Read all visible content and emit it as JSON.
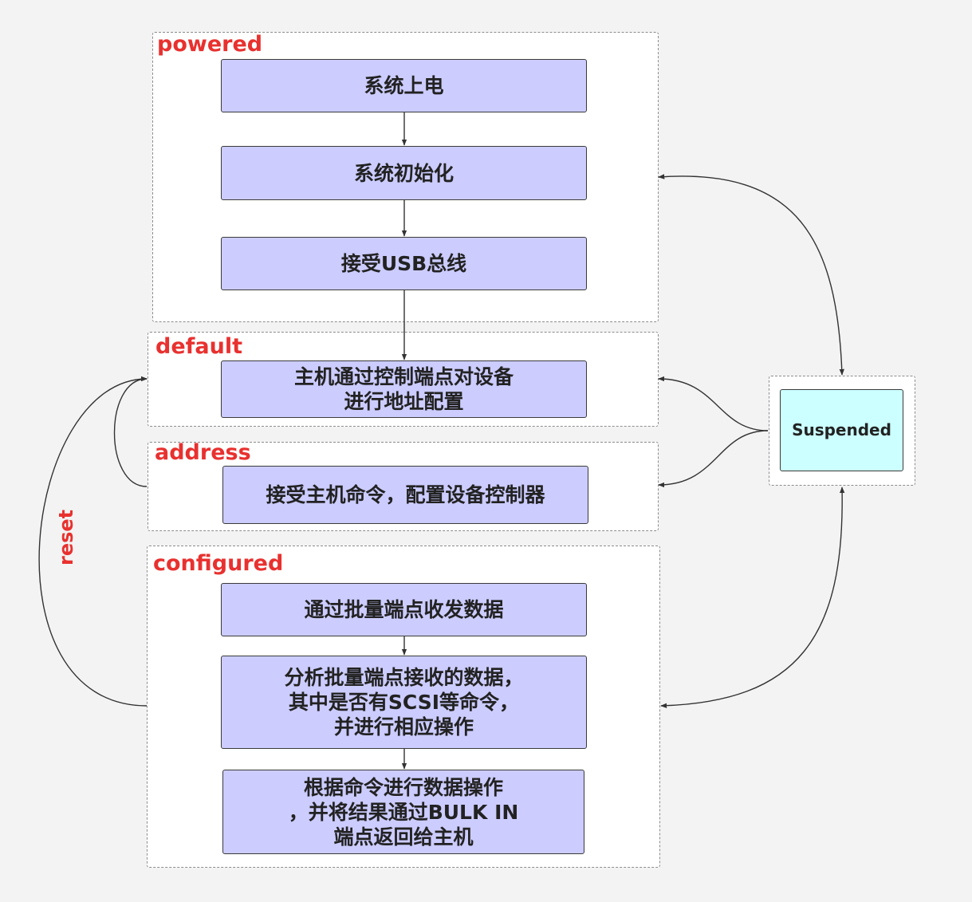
{
  "groups": {
    "powered": {
      "label": "powered"
    },
    "default": {
      "label": "default"
    },
    "address": {
      "label": "address"
    },
    "configured": {
      "label": "configured"
    }
  },
  "nodes": {
    "power_on": "系统上电",
    "system_init": "系统初始化",
    "accept_usb_bus": "接受USB总线",
    "host_address_config": "主机通过控制端点对设备\n进行地址配置",
    "accept_host_command": "接受主机命令，配置设备控制器",
    "bulk_transfer": "通过批量端点收发数据",
    "analyze_bulk_data": "分析批量端点接收的数据，\n其中是否有SCSI等命令，\n并进行相应操作",
    "execute_and_return": "根据命令进行数据操作\n，并将结果通过BULK IN\n端点返回给主机",
    "suspended": "Suspended"
  },
  "edges": {
    "reset_label": "reset"
  },
  "colors": {
    "node_fill": "#ccccff",
    "suspended_fill": "#ccffff",
    "group_label": "#e8312f",
    "line": "#333333"
  }
}
